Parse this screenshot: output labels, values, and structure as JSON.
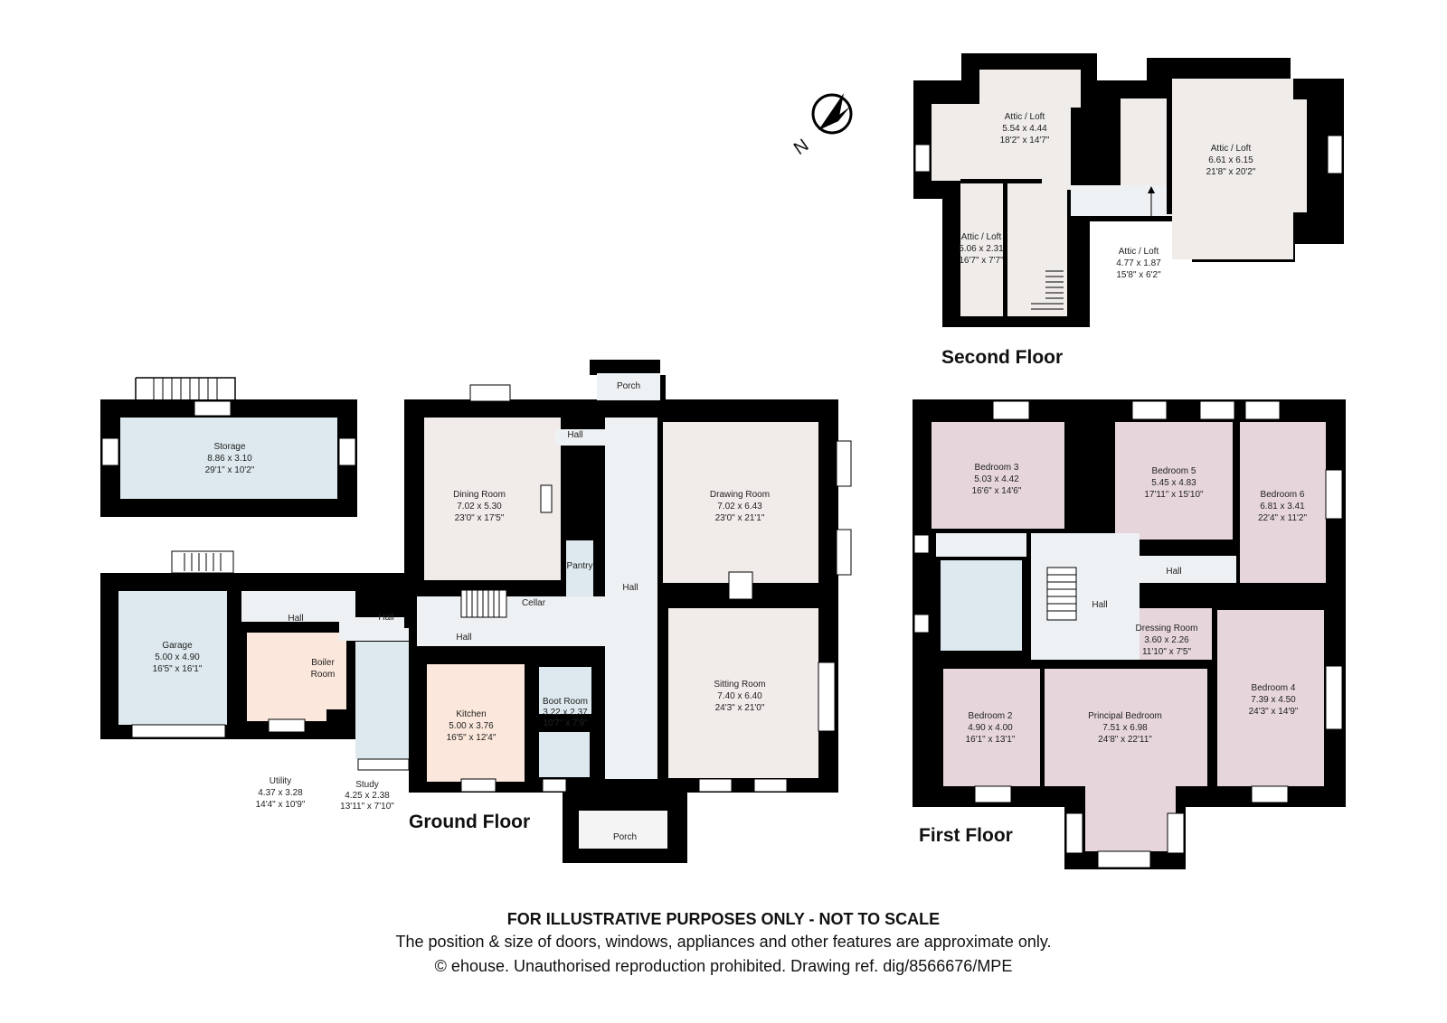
{
  "floors": {
    "ground": "Ground Floor",
    "first": "First Floor",
    "second": "Second Floor"
  },
  "compass": {
    "label": "N"
  },
  "colors": {
    "wall": "#000000",
    "hall": "#eef1f3",
    "neutral": "#f1ecea",
    "blue": "#dde9ee",
    "peach": "#fbe7db",
    "mauve": "#e6d6dc",
    "attic": "#f0ecea"
  },
  "rooms": {
    "ground": {
      "storage": {
        "name": "Storage",
        "metric": "8.86 x 3.10",
        "imperial": "29'1\" x 10'2\""
      },
      "dining": {
        "name": "Dining Room",
        "metric": "7.02 x 5.30",
        "imperial": "23'0\" x 17'5\""
      },
      "drawing": {
        "name": "Drawing Room",
        "metric": "7.02 x 6.43",
        "imperial": "23'0\" x 21'1\""
      },
      "sitting": {
        "name": "Sitting Room",
        "metric": "7.40 x 6.40",
        "imperial": "24'3\" x 21'0\""
      },
      "garage": {
        "name": "Garage",
        "metric": "5.00 x 4.90",
        "imperial": "16'5\" x 16'1\""
      },
      "kitchen": {
        "name": "Kitchen",
        "metric": "5.00 x 3.76",
        "imperial": "16'5\" x 12'4\""
      },
      "bootroom": {
        "name": "Boot Room",
        "metric": "3.22 x 2.37",
        "imperial": "10'7\" x 7'9\""
      },
      "utility": {
        "name": "Utility",
        "metric": "4.37 x 3.28",
        "imperial": "14'4\" x 10'9\""
      },
      "study": {
        "name": "Study",
        "metric": "4.25 x 2.38",
        "imperial": "13'11\" x 7'10\""
      },
      "boiler": {
        "line1": "Boiler",
        "line2": "Room"
      },
      "pantry": "Pantry",
      "cellar": "Cellar",
      "porch_top": "Porch",
      "porch_bottom": "Porch",
      "hall_main": "Hall",
      "hall_top": "Hall",
      "hall_left": "Hall",
      "hall_mid": "Hall",
      "hall_lower": "Hall"
    },
    "first": {
      "bed3": {
        "name": "Bedroom 3",
        "metric": "5.03 x 4.42",
        "imperial": "16'6\" x 14'6\""
      },
      "bed5": {
        "name": "Bedroom 5",
        "metric": "5.45 x 4.83",
        "imperial": "17'11\" x 15'10\""
      },
      "bed6": {
        "name": "Bedroom 6",
        "metric": "6.81 x 3.41",
        "imperial": "22'4\" x 11'2\""
      },
      "dressing": {
        "name": "Dressing Room",
        "metric": "3.60 x 2.26",
        "imperial": "11'10\" x 7'5\""
      },
      "bed4": {
        "name": "Bedroom 4",
        "metric": "7.39 x 4.50",
        "imperial": "24'3\" x 14'9\""
      },
      "bed2": {
        "name": "Bedroom 2",
        "metric": "4.90 x 4.00",
        "imperial": "16'1\" x 13'1\""
      },
      "principal": {
        "name": "Principal Bedroom",
        "metric": "7.51 x 6.98",
        "imperial": "24'8\" x 22'11\""
      },
      "hall_main": "Hall",
      "hall_right": "Hall"
    },
    "second": {
      "attic1": {
        "name": "Attic / Loft",
        "metric": "5.54 x 4.44",
        "imperial": "18'2\" x 14'7\""
      },
      "attic2": {
        "name": "Attic / Loft",
        "metric": "6.61 x 6.15",
        "imperial": "21'8\" x 20'2\""
      },
      "attic3": {
        "name": "Attic / Loft",
        "metric": "5.06 x 2.31",
        "imperial": "16'7\" x 7'7\""
      },
      "attic4": {
        "name": "Attic / Loft",
        "metric": "4.77 x 1.87",
        "imperial": "15'8\" x 6'2\""
      }
    }
  },
  "footer": {
    "disclaimer": "FOR ILLUSTRATIVE PURPOSES ONLY - NOT TO SCALE",
    "note": "The position & size of doors, windows, appliances and other features are approximate only.",
    "copyright": "© ehouse. Unauthorised reproduction prohibited. Drawing ref. dig/8566676/MPE"
  }
}
